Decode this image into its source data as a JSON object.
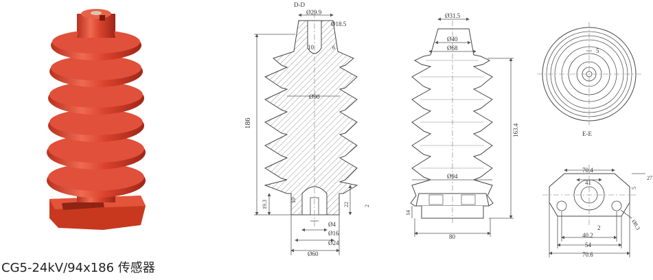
{
  "caption": "CG5-24kV/94x186 传感器",
  "colors": {
    "body": "#d9412c",
    "body_dark": "#a92a1c",
    "body_light": "#f07a62",
    "line": "#444444"
  },
  "section_view": {
    "title": "D-D",
    "dims": {
      "top_dia": "Ø29.9",
      "bore_dia": "Ø18.5",
      "bore_depth": "10",
      "bore_gap": "6",
      "shed_dia": "Ø90",
      "height": "186",
      "base_h1": "19.3",
      "base_h2": "22",
      "base_h3": "2",
      "base_h4": "10",
      "d1": "Ø4",
      "d2": "Ø16",
      "d3": "Ø24",
      "d4": "Ø60"
    }
  },
  "side_view": {
    "dims": {
      "top": "Ø31.5",
      "d40": "Ø40",
      "d68": "Ø68",
      "d94": "Ø94",
      "height": "163.4",
      "base_h": "14",
      "width": "80"
    }
  },
  "top_view": {
    "title": "E-E",
    "dim": "5"
  },
  "bottom_view": {
    "dims": {
      "w70_4": "70.4",
      "d41": "41",
      "d27": "27",
      "d5": "5",
      "d2": "2",
      "d40_2": "40.2",
      "d54": "54",
      "d70_6": "70.6",
      "r8_3": "Ø8.3"
    }
  }
}
